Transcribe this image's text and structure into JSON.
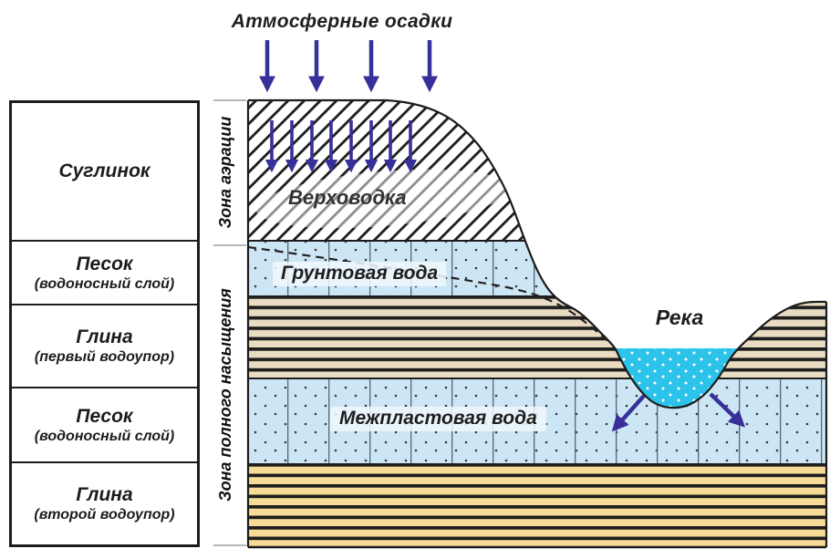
{
  "title": "Атмосферные осадки",
  "zone_labels": {
    "aeration": "Зона аэрации",
    "saturation": "Зона полного насыщения"
  },
  "layer_table": {
    "rows": [
      {
        "name": "Суглинок",
        "note": ""
      },
      {
        "name": "Песок",
        "note": "(водоносный слой)"
      },
      {
        "name": "Глина",
        "note": "(первый водоупор)"
      },
      {
        "name": "Песок",
        "note": "(водоносный слой)"
      },
      {
        "name": "Глина",
        "note": "(второй водоупор)"
      }
    ]
  },
  "water_labels": {
    "perched": "Верховодка",
    "ground": "Грунтовая вода",
    "river": "Река",
    "interstratal": "Межпластовая вода"
  },
  "icons": {
    "precipitation-arrow": "down-arrow",
    "infiltration-arrow": "down-arrow",
    "seepage-arrow": "diagonal-arrow"
  },
  "colors": {
    "arrow": "#37309a",
    "sand_aquifer": "#cde6f5",
    "clay_first": "#e9dcc2",
    "clay_second": "#f6dc96",
    "river_water": "#2bc3ea",
    "outline": "#1c1c1c",
    "tick": "#9aa0a6"
  }
}
